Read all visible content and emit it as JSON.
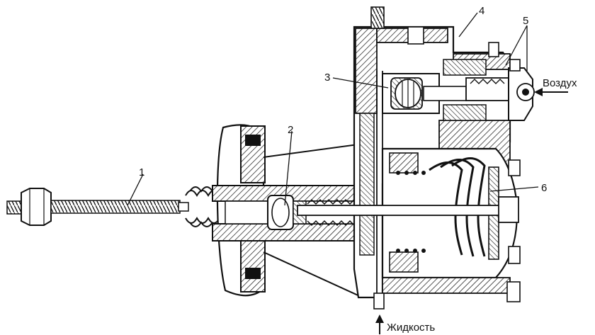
{
  "callouts": {
    "c1": "1",
    "c2": "2",
    "c3": "3",
    "c4": "4",
    "c5": "5",
    "c6": "6"
  },
  "ports": {
    "air": "Воздух",
    "fluid": "Жидкость"
  },
  "colors": {
    "ink": "#111111",
    "paper": "#ffffff"
  }
}
